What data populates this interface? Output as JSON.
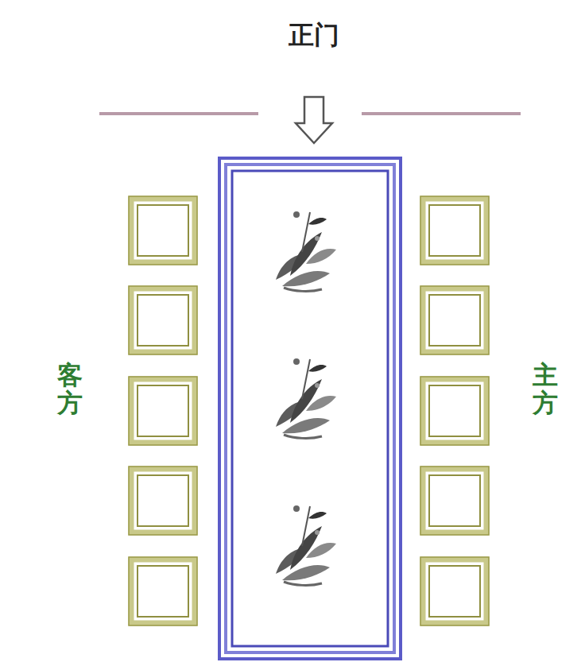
{
  "diagram": {
    "labels": [
      "正门",
      "客方",
      "主方"
    ]
  }
}
